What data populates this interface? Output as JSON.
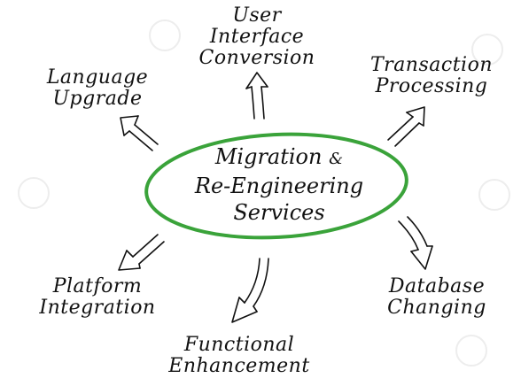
{
  "center": {
    "line1": "Migration",
    "amp": "&",
    "line2": "Re-Engineering",
    "line3": "Services",
    "ellipse_color": "#3aa33a"
  },
  "nodes": {
    "language_upgrade": [
      "Language",
      "Upgrade"
    ],
    "ui_conversion": [
      "User",
      "Interface",
      "Conversion"
    ],
    "transaction_processing": [
      "Transaction",
      "Processing"
    ],
    "database_changing": [
      "Database",
      "Changing"
    ],
    "functional_enhancement": [
      "Functional",
      "Enhancement"
    ],
    "platform_integration": [
      "Platform",
      "Integration"
    ]
  }
}
